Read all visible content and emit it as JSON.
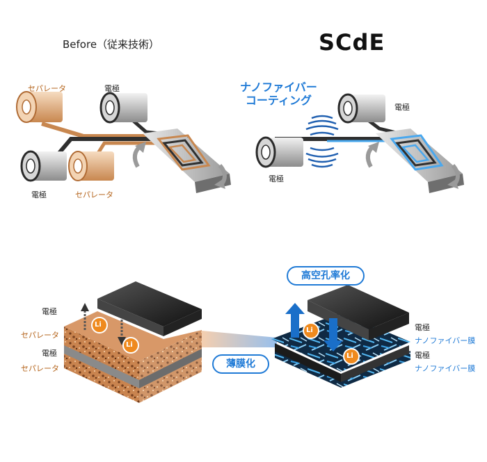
{
  "titles": {
    "before": "Before（従来技術）",
    "scde": "SCdE"
  },
  "top_left": {
    "separator_top": "セパレータ",
    "electrode_top": "電極",
    "electrode_bottom": "電極",
    "separator_bottom": "セパレータ"
  },
  "top_right": {
    "nanofiber_line1": "ナノファイバー",
    "nanofiber_line2": "コーティング",
    "electrode_right": "電極",
    "electrode_left": "電極"
  },
  "bottom_left": {
    "electrode_1": "電極",
    "separator_1": "セパレータ",
    "electrode_2": "電極",
    "separator_2": "セパレータ",
    "ion_1": "Li",
    "ion_2": "Li"
  },
  "bottom_right": {
    "high_porosity": "高空孔率化",
    "thin_film": "薄膜化",
    "electrode_1": "電極",
    "nanofiber_film_1": "ナノファイバー膜",
    "electrode_2": "電極",
    "nanofiber_film_2": "ナノファイバー膜",
    "ion_1": "Li",
    "ion_2": "Li"
  },
  "colors": {
    "separator": "#c8874f",
    "nanofiber": "#1f7ad6",
    "electrode": "#3a3a3a"
  }
}
